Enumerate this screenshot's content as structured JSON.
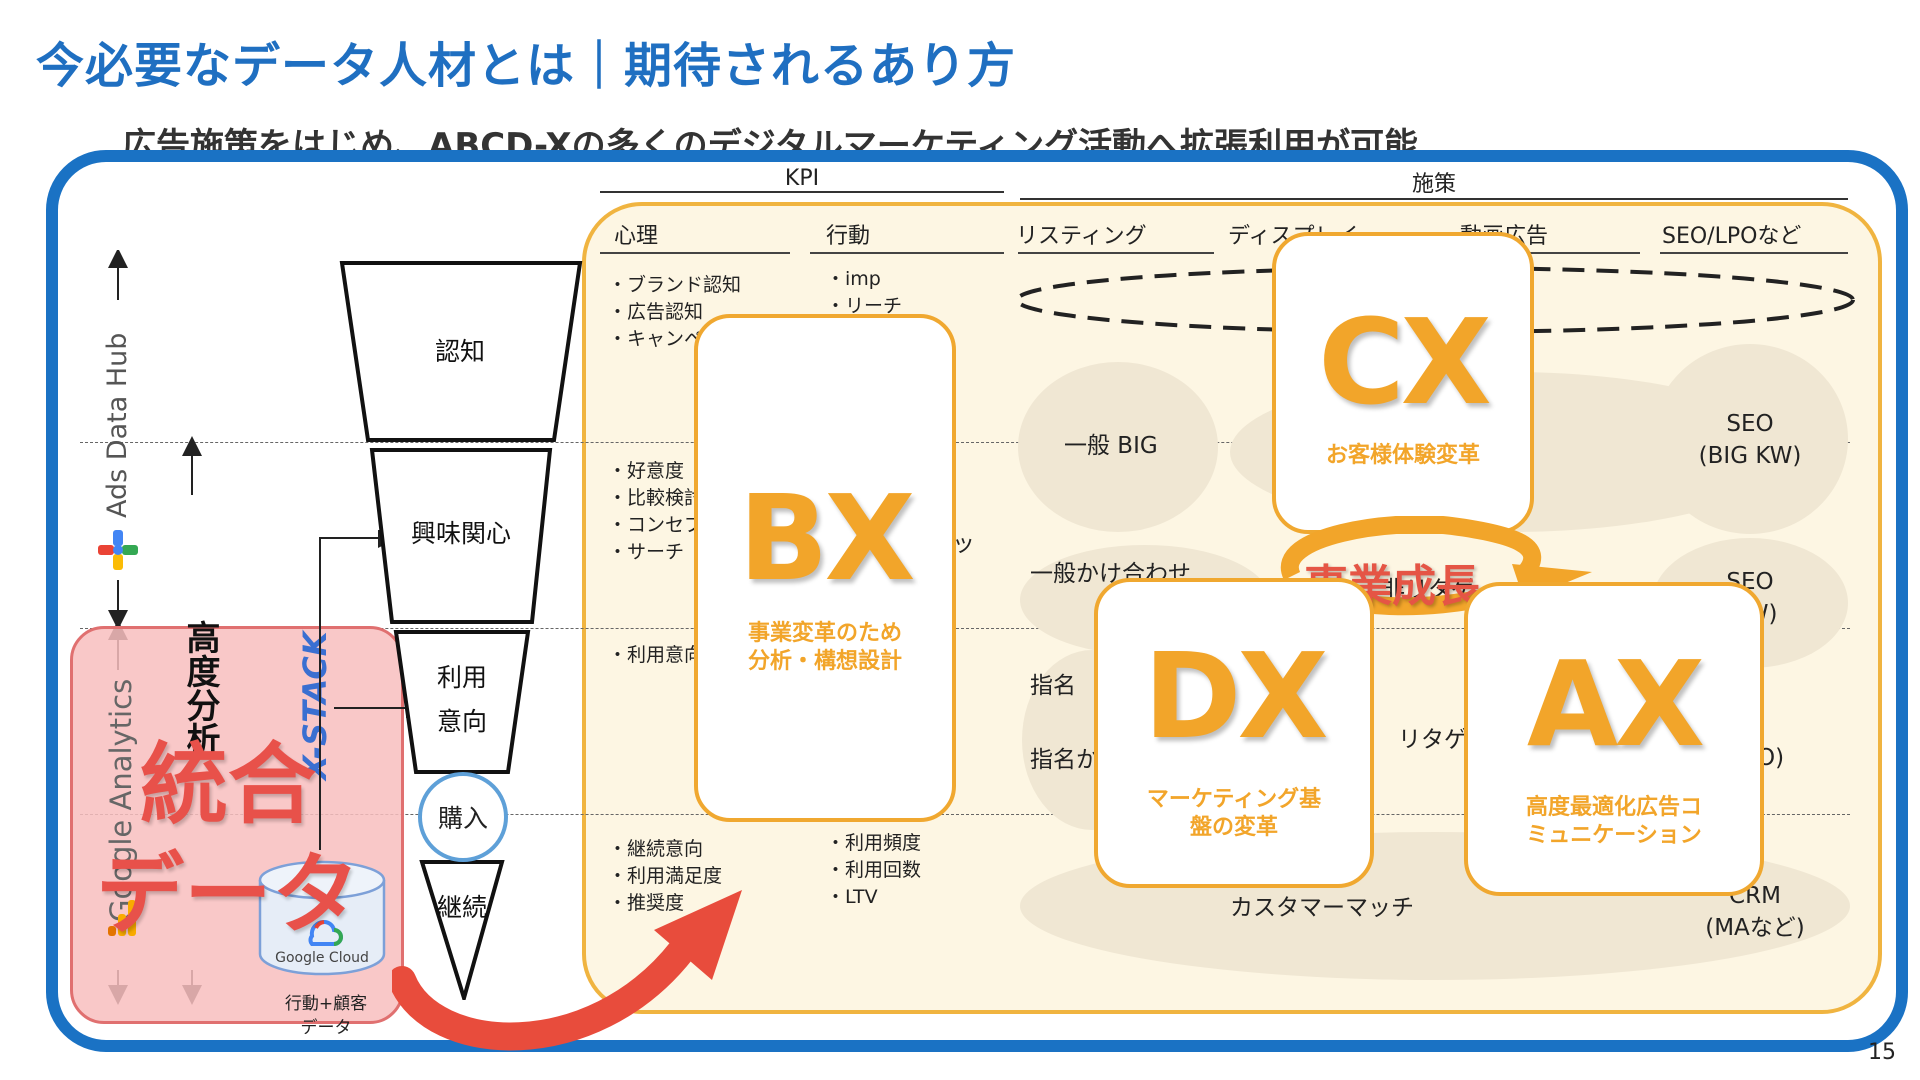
{
  "slide": {
    "title": "今必要なデータ人材とは｜期待されるあり方",
    "subtitle": "広告施策をはじめ、ABCD-Xの多くのデジタルマーケティング活動へ拡張利用が可能",
    "page_number": "15"
  },
  "headers": {
    "kpi": "KPI",
    "measures": "施策"
  },
  "columns": {
    "psychology": "心理",
    "action": "行動",
    "listing": "リスティング",
    "display": "ディスプレイ",
    "video_ads": "動画広告",
    "seo_lpo": "SEO/LPOなど"
  },
  "left_axis": {
    "ads_data_hub": "Ads Data Hub",
    "google_analytics": "Google Analytics",
    "advanced_analysis": "高度分析",
    "xstack": "X-STACK"
  },
  "funnel": {
    "awareness": "認知",
    "interest": "興味関心",
    "intent_line1": "利用",
    "intent_line2": "意向",
    "purchase": "購入",
    "retention": "継続"
  },
  "bullets": {
    "psych_awareness": [
      "・ブランド認知",
      "・広告認知",
      "・キャンペーン"
    ],
    "action_awareness": [
      "・imp",
      "・リーチ"
    ],
    "psych_interest": [
      "・好意度",
      "・比較検討",
      "・コンセプト",
      "・サーチ"
    ],
    "psych_intent": [
      "・利用意向"
    ],
    "psych_retention": [
      "・継続意向",
      "・利用満足度",
      "・推奨度"
    ],
    "action_retention": [
      "・利用頻度",
      "・利用回数",
      "・LTV"
    ]
  },
  "cells": {
    "general_big": "一般 BIG",
    "general_combo": "一般かけ合わせ",
    "seo_big_line1": "SEO",
    "seo_big_line2": "(BIG KW)",
    "seo_small_line1": "SEO",
    "seo_small_line2": "(KW)",
    "non_retarget": "非リタゲ",
    "designated": "指名",
    "designated_combo": "指名かけ合わせ",
    "retarget": "リタゲ",
    "cro": "(CRO)",
    "customer_match": "カスタマーマッチ",
    "crm_line1": "CRM",
    "crm_line2": "(MAなど)",
    "partial_tsu": "ッ"
  },
  "x_boxes": {
    "bx": {
      "big": "BX",
      "sub_line1": "事業変革のため",
      "sub_line2": "分析・構想設計"
    },
    "cx": {
      "big": "CX",
      "sub_line1": "お客様体験変革"
    },
    "dx": {
      "big": "DX",
      "sub_line1": "マーケティング基",
      "sub_line2": "盤の変革"
    },
    "ax": {
      "big": "AX",
      "sub_line1": "高度最適化広告コ",
      "sub_line2": "ミュニケーション"
    }
  },
  "growth_label": "事業成長",
  "integrated": {
    "line1": "統合",
    "line2": "データ",
    "google_cloud": "Google Cloud",
    "caption_line1": "行動+顧客",
    "caption_line2": "データ"
  },
  "colors": {
    "title_blue": "#1f6fc1",
    "frame_blue": "#1a72c4",
    "orange": "#f2a52a",
    "red": "#e8514a",
    "panel_yellow": "#fdf6e3"
  }
}
